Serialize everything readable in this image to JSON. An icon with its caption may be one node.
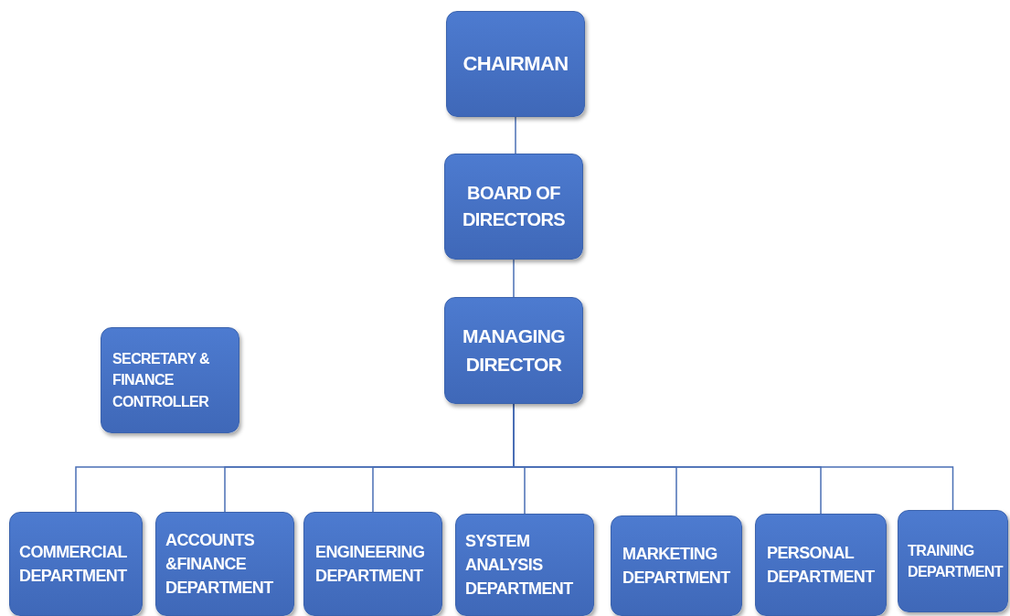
{
  "diagram": {
    "nodes": [
      {
        "text": [
          "CHAIRMAN"
        ]
      },
      {
        "text": [
          "BOARD OF DIRECTORS"
        ]
      },
      {
        "text": [
          "MANAGING DIRECTOR"
        ]
      },
      {
        "text": [
          "SECRETARY & FINANCE CONTROLLER"
        ]
      },
      {
        "text": [
          "COMMERCIAL DEPARTMENT"
        ]
      },
      {
        "text": [
          "ACCOUNTS &FINANCE DEPARTMENT"
        ]
      },
      {
        "text": [
          "ENGINEERING DEPARTMENT"
        ]
      },
      {
        "text": [
          "SYSTEM ANALYSIS DEPARTMENT"
        ]
      },
      {
        "text": [
          "MARKETING DEPARTMENT"
        ]
      },
      {
        "text": [
          "PERSONAL DEPARTMENT"
        ]
      },
      {
        "text": [
          "TRAINING DEPARTMENT"
        ]
      }
    ],
    "edges": [
      {
        "from": 0,
        "to": 1,
        "arrow": "none"
      },
      {
        "from": 1,
        "to": 2,
        "arrow": "none"
      },
      {
        "from": 2,
        "to": 4,
        "arrow": "none"
      },
      {
        "from": 2,
        "to": 5,
        "arrow": "none"
      },
      {
        "from": 2,
        "to": 6,
        "arrow": "none"
      },
      {
        "from": 2,
        "to": 7,
        "arrow": "none"
      },
      {
        "from": 2,
        "to": 8,
        "arrow": "none"
      },
      {
        "from": 2,
        "to": 9,
        "arrow": "none"
      },
      {
        "from": 2,
        "to": 10,
        "arrow": "none"
      }
    ]
  }
}
